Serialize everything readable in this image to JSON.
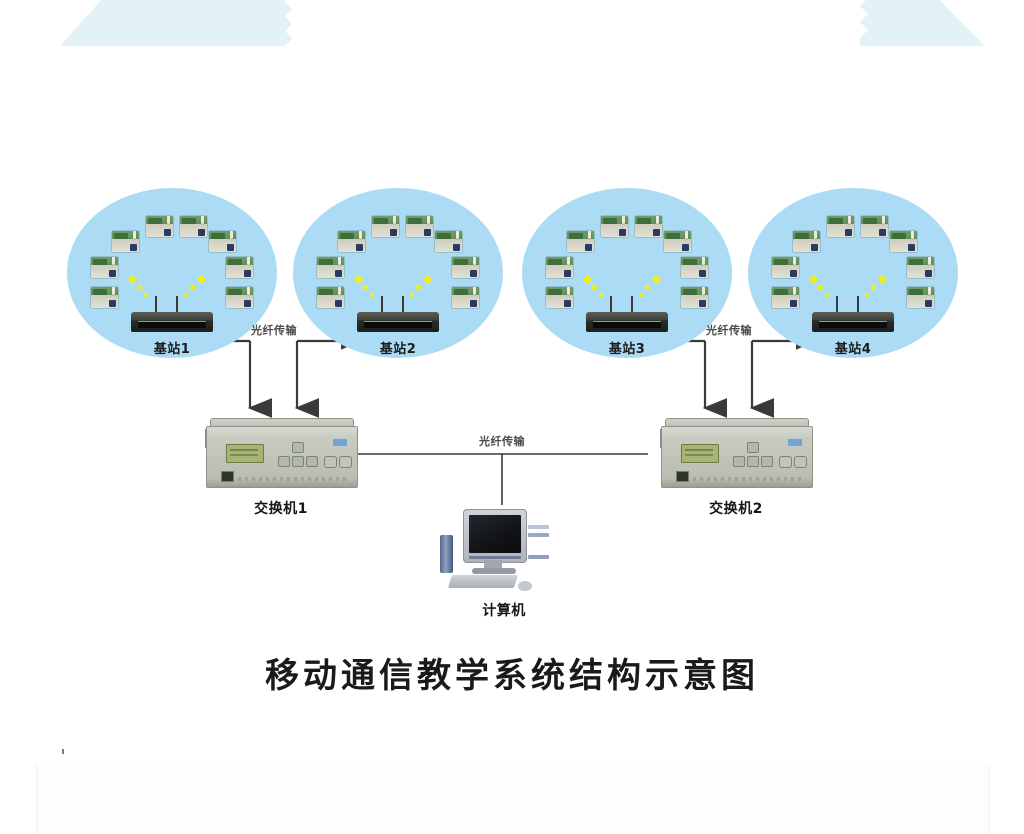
{
  "figure": {
    "caption": "移动通信教学系统结构示意图",
    "background_color": "#ffffff"
  },
  "decoration": {
    "top_banner": {
      "name": "zigzag-banner",
      "color": "#E3F2F7"
    }
  },
  "cells": [
    {
      "id": "cell-1",
      "label": "基站1",
      "terminal_count": 8,
      "disc_color": "#ACDCF5"
    },
    {
      "id": "cell-2",
      "label": "基站2",
      "terminal_count": 8,
      "disc_color": "#ACDCF5"
    },
    {
      "id": "cell-3",
      "label": "基站3",
      "terminal_count": 8,
      "disc_color": "#ACDCF5"
    },
    {
      "id": "cell-4",
      "label": "基站4",
      "terminal_count": 8,
      "disc_color": "#ACDCF5"
    }
  ],
  "switches": [
    {
      "id": "switch-1",
      "label": "交换机1"
    },
    {
      "id": "switch-2",
      "label": "交换机2"
    }
  ],
  "computer": {
    "label": "计算机"
  },
  "links": [
    {
      "id": "link-left",
      "label": "光纤传输"
    },
    {
      "id": "link-center",
      "label": "光纤传输"
    },
    {
      "id": "link-right",
      "label": "光纤传输"
    }
  ],
  "colors": {
    "cell_fill": "#ACDCF5",
    "signal": "#ECEC2C",
    "line": "#4a4a4a",
    "text": "#1a1a1a",
    "banner": "#E3F2F7"
  }
}
